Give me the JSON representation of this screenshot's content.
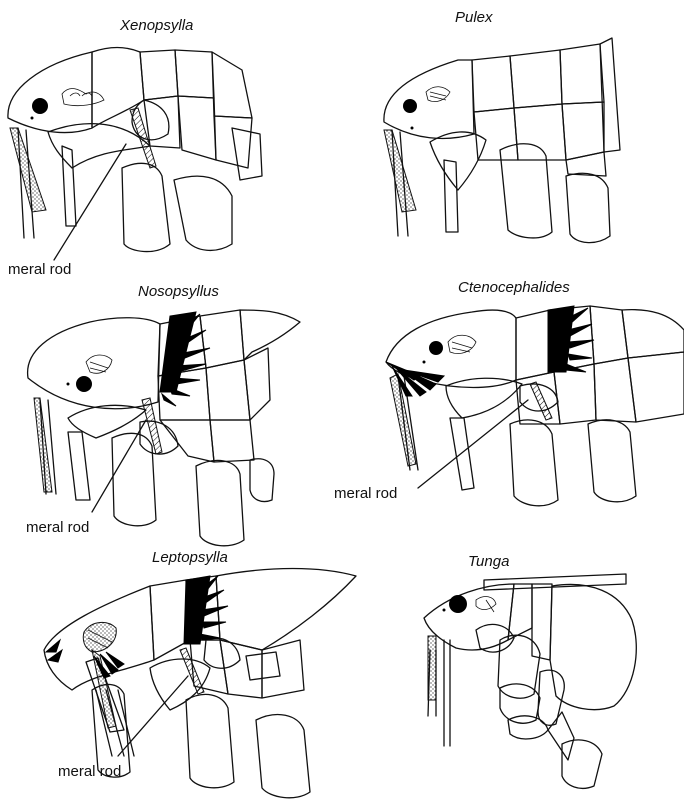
{
  "panels": [
    {
      "id": "xenopsylla",
      "title": "Xenopsylla",
      "label": "meral rod"
    },
    {
      "id": "pulex",
      "title": "Pulex",
      "label": ""
    },
    {
      "id": "nosopsyllus",
      "title": "Nosopsyllus",
      "label": "meral rod"
    },
    {
      "id": "ctenocephalides",
      "title": "Ctenocephalides",
      "label": "meral rod"
    },
    {
      "id": "leptopsylla",
      "title": "Leptopsylla",
      "label": "meral rod"
    },
    {
      "id": "tunga",
      "title": "Tunga",
      "label": ""
    }
  ]
}
